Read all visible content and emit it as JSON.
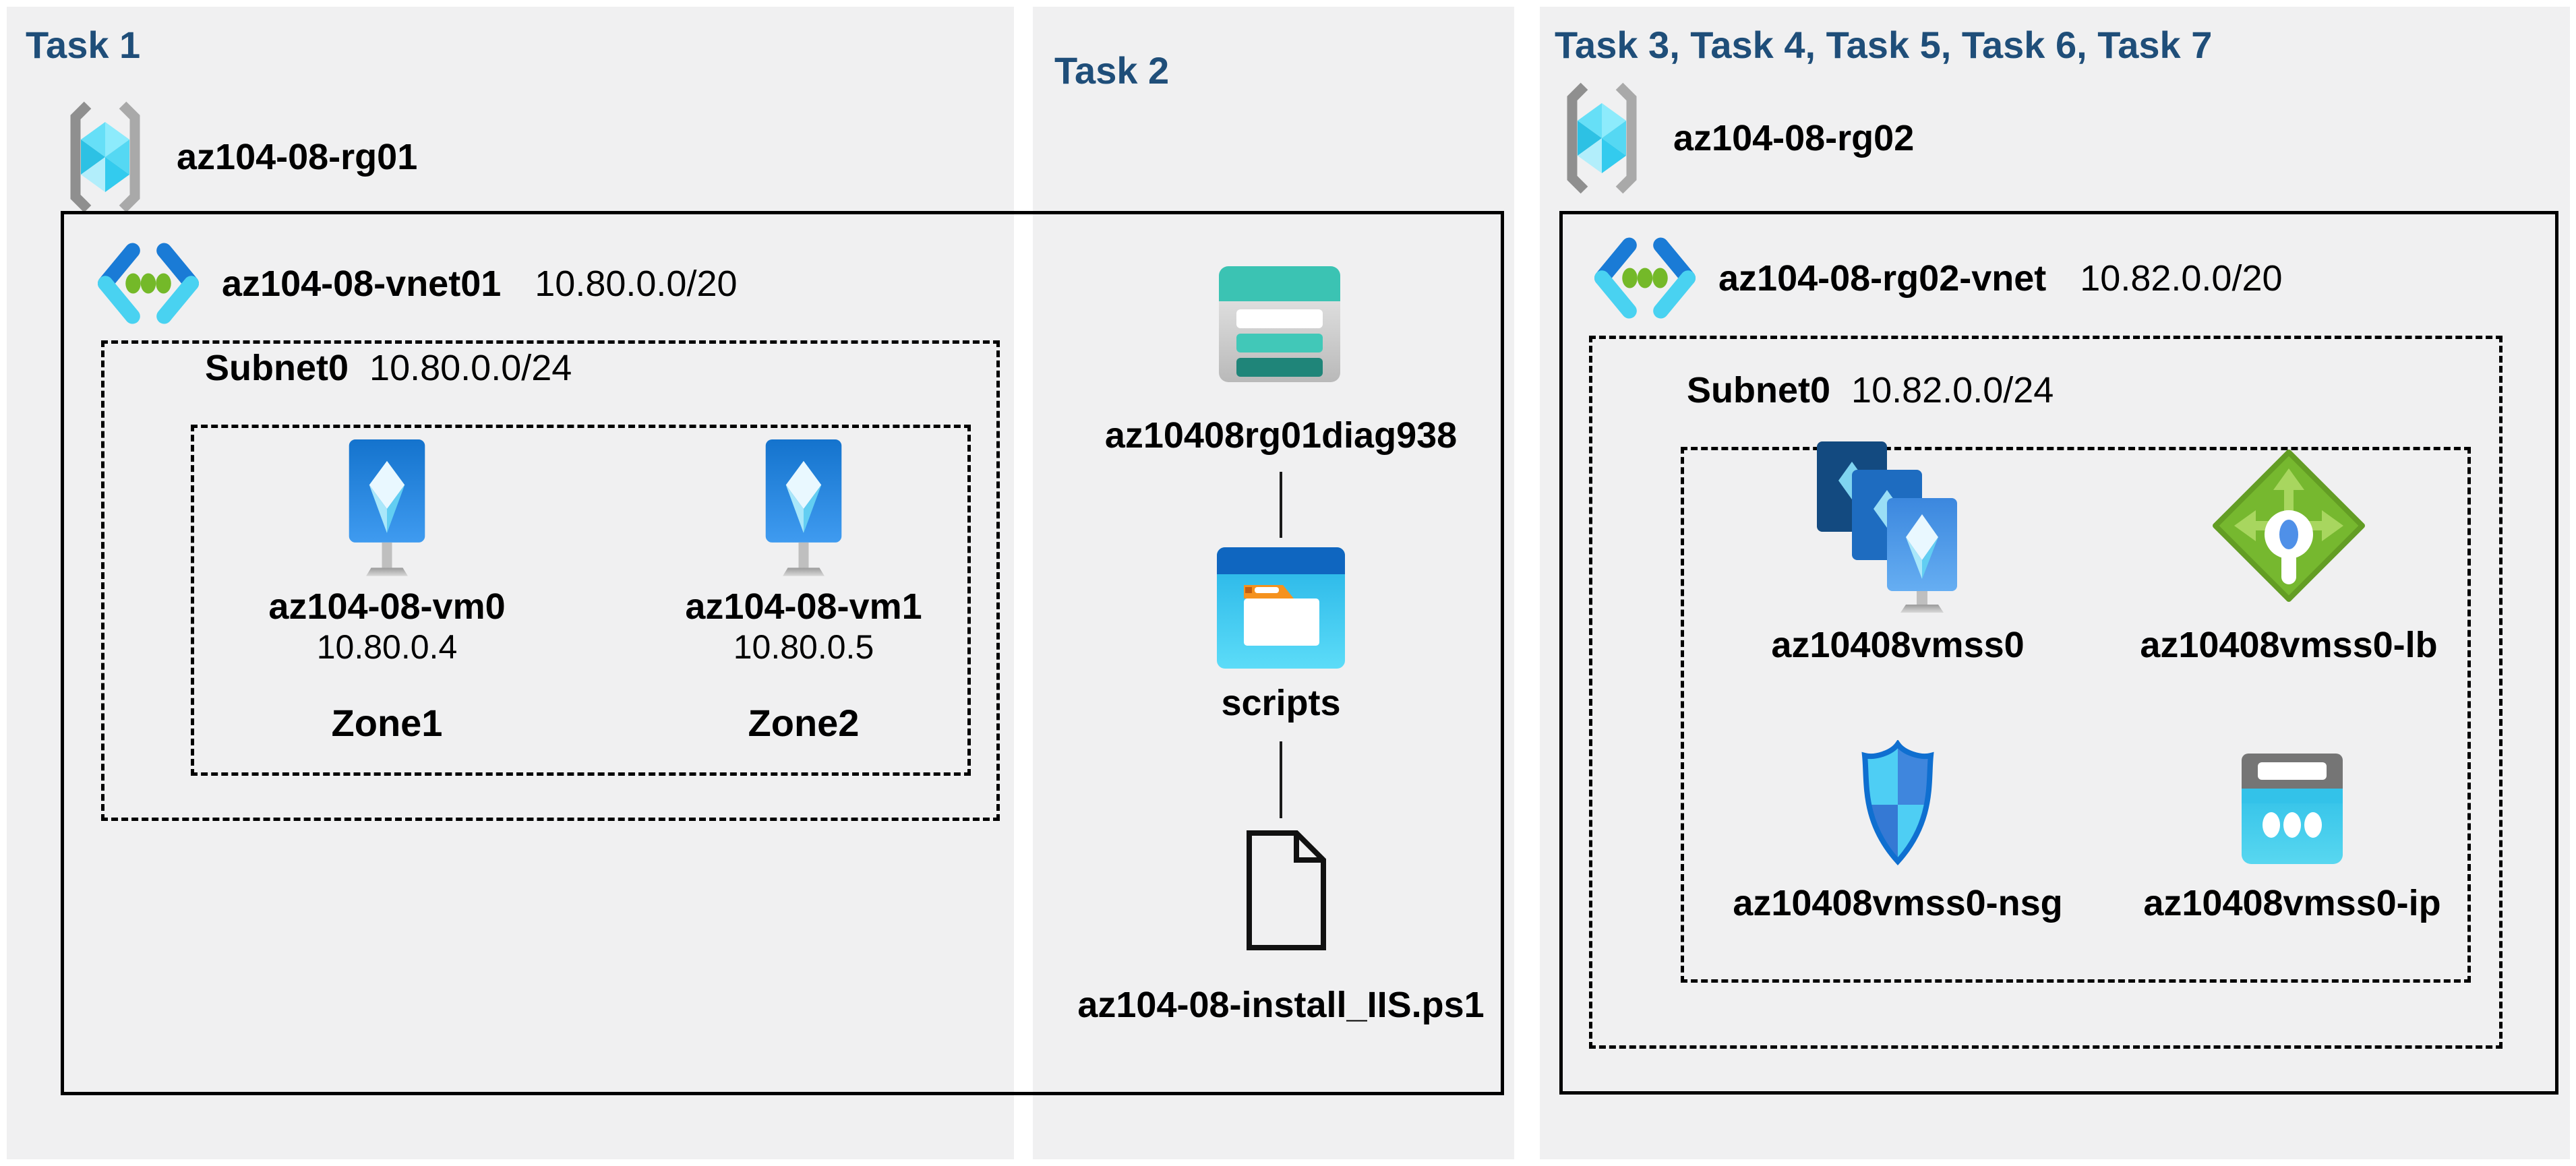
{
  "palette": {
    "canvas_bg": "#ffffff",
    "column_bg": "#f0f0f1",
    "heading_color": "#1f4e79",
    "border_color": "#000000",
    "teal": "#3bc3b3",
    "teal_dark": "#1f8579",
    "azure_blue": "#1a7bd6",
    "cyan": "#49d2f1",
    "green": "#76b82f",
    "folder_orange": "#f5921e"
  },
  "columns": [
    {
      "heading": "Task 1",
      "resource_group": {
        "name": "az104-08-rg01",
        "icon": "resource-group-icon"
      },
      "vnet": {
        "name": "az104-08-vnet01",
        "cidr": "10.80.0.0/20",
        "icon": "virtual-network-icon"
      },
      "subnet": {
        "name": "Subnet0",
        "cidr": "10.80.0.0/24"
      },
      "vms": [
        {
          "name": "az104-08-vm0",
          "ip": "10.80.0.4",
          "zone": "Zone1",
          "icon": "virtual-machine-icon"
        },
        {
          "name": "az104-08-vm1",
          "ip": "10.80.0.5",
          "zone": "Zone2",
          "icon": "virtual-machine-icon"
        }
      ]
    },
    {
      "heading": "Task 2",
      "chain": [
        {
          "name": "az10408rg01diag938",
          "icon": "storage-account-icon"
        },
        {
          "name": "scripts",
          "icon": "folder-icon"
        },
        {
          "name": "az104-08-install_IIS.ps1",
          "icon": "file-icon"
        }
      ]
    },
    {
      "heading": "Task 3, Task 4, Task 5, Task 6, Task 7",
      "resource_group": {
        "name": "az104-08-rg02",
        "icon": "resource-group-icon"
      },
      "vnet": {
        "name": "az104-08-rg02-vnet",
        "cidr": "10.82.0.0/20",
        "icon": "virtual-network-icon"
      },
      "subnet": {
        "name": "Subnet0",
        "cidr": "10.82.0.0/24"
      },
      "resources": [
        {
          "name": "az10408vmss0",
          "icon": "vm-scale-set-icon"
        },
        {
          "name": "az10408vmss0-lb",
          "icon": "load-balancer-icon"
        },
        {
          "name": "az10408vmss0-nsg",
          "icon": "network-security-group-icon"
        },
        {
          "name": "az10408vmss0-ip",
          "icon": "public-ip-icon"
        }
      ]
    }
  ]
}
